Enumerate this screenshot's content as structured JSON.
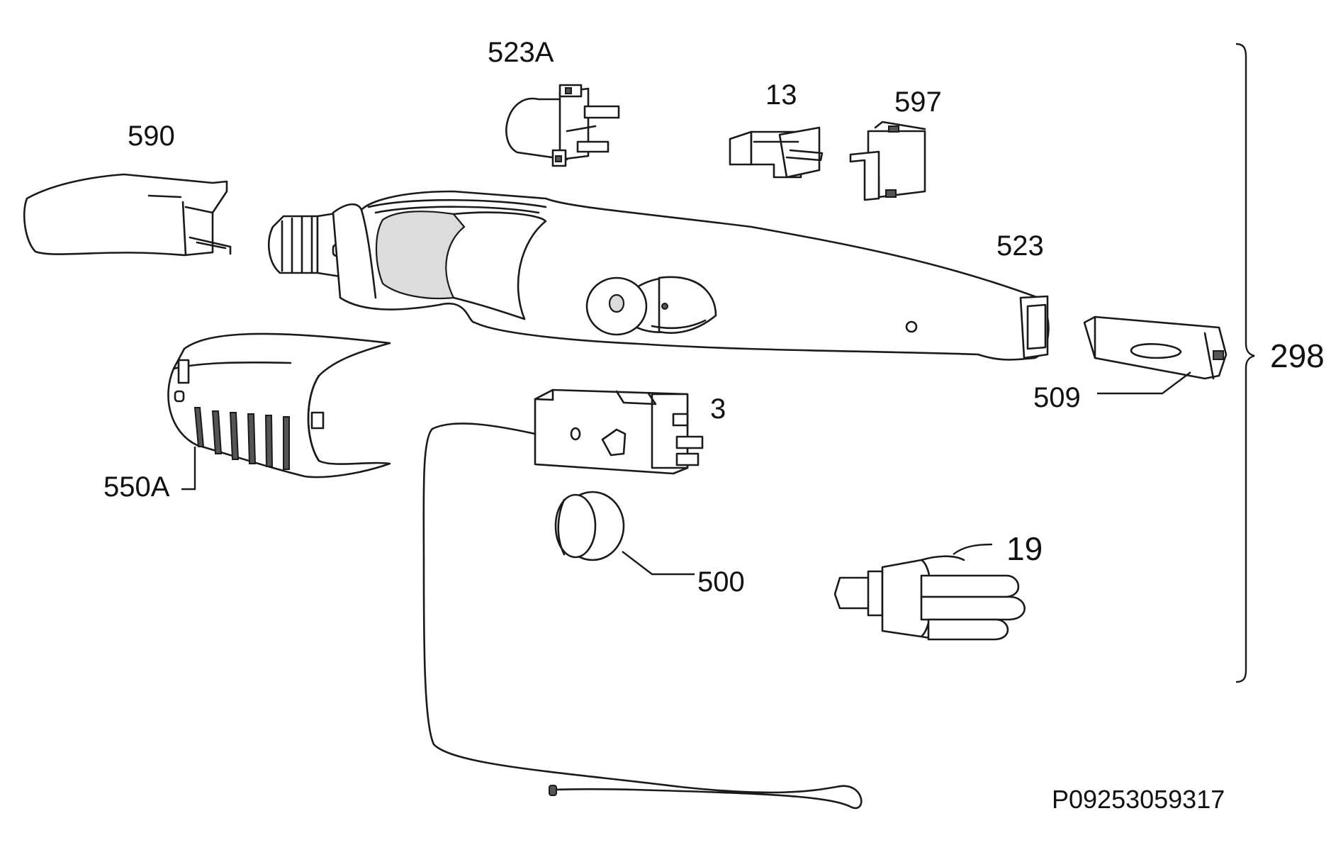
{
  "labels": {
    "p523A": "523A",
    "p13": "13",
    "p597": "597",
    "p590": "590",
    "p523": "523",
    "p298": "298",
    "p509": "509",
    "p3": "3",
    "p550A": "550A",
    "p500": "500",
    "p19": "19"
  },
  "drawing_code": "P09253059317"
}
